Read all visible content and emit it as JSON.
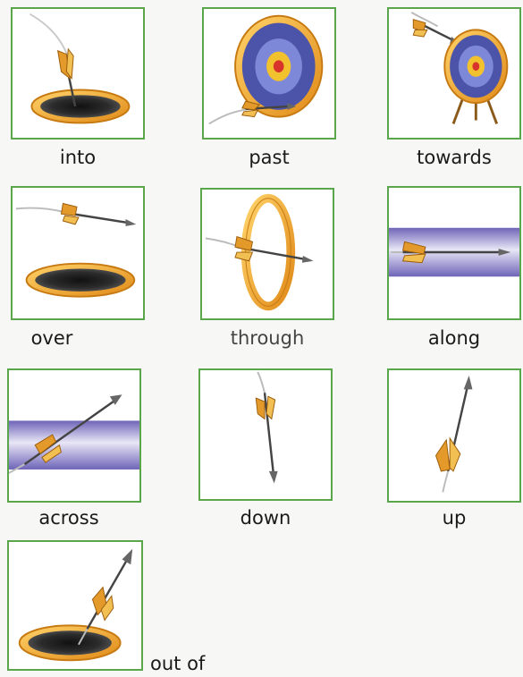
{
  "cards": [
    {
      "label": "into",
      "icon": "arrow-into-hole-icon"
    },
    {
      "label": "past",
      "icon": "arrow-past-target-icon"
    },
    {
      "label": "towards",
      "icon": "arrow-towards-target-icon"
    },
    {
      "label": "over",
      "icon": "arrow-over-hole-icon"
    },
    {
      "label": "through",
      "icon": "arrow-through-ring-icon"
    },
    {
      "label": "along",
      "icon": "arrow-along-pipe-icon"
    },
    {
      "label": "across",
      "icon": "arrow-across-pipe-icon"
    },
    {
      "label": "down",
      "icon": "arrow-down-icon"
    },
    {
      "label": "up",
      "icon": "arrow-up-icon"
    },
    {
      "label": "out of",
      "icon": "arrow-out-of-hole-icon"
    }
  ],
  "colors": {
    "border": "#5aa64a",
    "ring": "#f0a92a",
    "target_blue": "#4b54a8",
    "pipe": "#8f86c9",
    "fletch": "#e49a2a"
  }
}
